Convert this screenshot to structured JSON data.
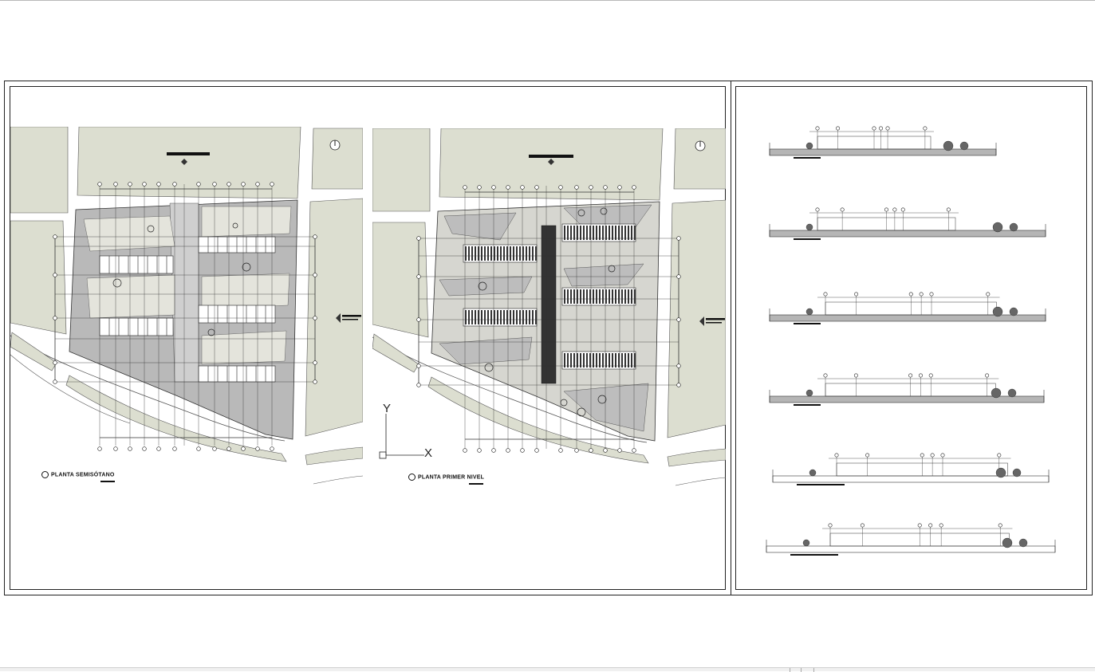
{
  "drawing": {
    "plan_left_title": "PLANTA SEMISÓTANO",
    "plan_right_title": "PLANTA PRIMER NIVEL",
    "ucs_x_label": "X",
    "ucs_y_label": "Y",
    "colors": {
      "paper": "#ffffff",
      "ink": "#222222",
      "street_block": "#dcded0",
      "slab": "#b9b9b9",
      "light_slab": "#e4e4dc",
      "dark_fill": "#333333"
    },
    "icons": [
      "north-arrow-icon",
      "section-marker-icon",
      "ucs-icon",
      "tree-icon"
    ]
  }
}
